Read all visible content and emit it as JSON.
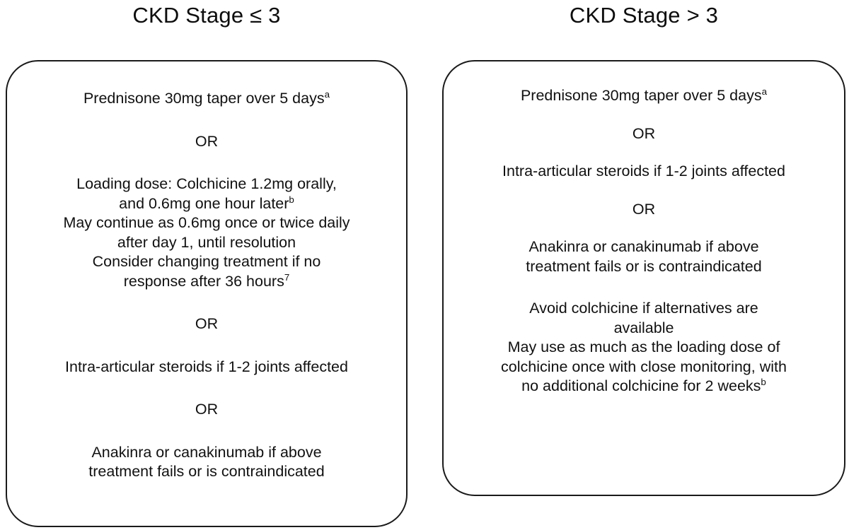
{
  "figure": {
    "type": "two-column-treatment-algorithm",
    "line_color": "#1a1a1a",
    "text_color": "#111111",
    "background": "#ffffff"
  },
  "columns": [
    {
      "id": "ckd-stage-le-3",
      "title": "CKD Stage ≤ 3",
      "separator_label": "OR",
      "options": [
        {
          "id": "prednisone",
          "lines": [
            {
              "text": "Prednisone 30mg taper over 5 days",
              "superscript": "a"
            }
          ]
        },
        {
          "id": "colchicine",
          "lines": [
            {
              "text": "Loading dose:  Colchicine 1.2mg orally,",
              "superscript": ""
            },
            {
              "text": "and 0.6mg one hour later",
              "superscript": "b"
            },
            {
              "text": "May continue as 0.6mg once or twice daily",
              "superscript": ""
            },
            {
              "text": "after day 1, until resolution",
              "superscript": ""
            },
            {
              "text": "Consider changing treatment if no",
              "superscript": ""
            },
            {
              "text": "response after 36 hours",
              "superscript": "7"
            }
          ]
        },
        {
          "id": "intra-articular-steroids",
          "lines": [
            {
              "text": "Intra-articular steroids if 1-2 joints affected",
              "superscript": ""
            }
          ]
        },
        {
          "id": "anakinra-canakinumab",
          "lines": [
            {
              "text": "Anakinra or canakinumab if above",
              "superscript": ""
            },
            {
              "text": "treatment fails or is contraindicated",
              "superscript": ""
            }
          ]
        }
      ]
    },
    {
      "id": "ckd-stage-gt-3",
      "title": "CKD Stage > 3",
      "separator_label": "OR",
      "options": [
        {
          "id": "prednisone",
          "lines": [
            {
              "text": "Prednisone 30mg taper over 5 days",
              "superscript": "a"
            }
          ]
        },
        {
          "id": "intra-articular-steroids",
          "lines": [
            {
              "text": "Intra-articular steroids if 1-2 joints affected",
              "superscript": ""
            }
          ]
        },
        {
          "id": "anakinra-canakinumab",
          "lines": [
            {
              "text": "Anakinra or canakinumab if above",
              "superscript": ""
            },
            {
              "text": "treatment fails or is contraindicated",
              "superscript": ""
            }
          ]
        },
        {
          "id": "colchicine-caution",
          "lines": [
            {
              "text": "Avoid colchicine if alternatives are",
              "superscript": ""
            },
            {
              "text": "available",
              "superscript": ""
            },
            {
              "text": "May use as much as the loading dose of",
              "superscript": ""
            },
            {
              "text": "colchicine once with close monitoring, with",
              "superscript": ""
            },
            {
              "text": "no additional colchicine for 2 weeks",
              "superscript": "b"
            }
          ]
        }
      ]
    }
  ],
  "left": {
    "title": "CKD Stage ≤ 3",
    "or1": "OR",
    "or2": "OR",
    "or3": "OR",
    "l1": "Prednisone 30mg taper over 5 days",
    "l1sup": "a",
    "l2a": "Loading dose:  Colchicine 1.2mg orally,",
    "l2b": "and 0.6mg one hour later",
    "l2bsup": "b",
    "l2c": "May continue as 0.6mg once or twice daily",
    "l2d": "after day 1, until resolution",
    "l2e": "Consider changing treatment if no",
    "l2f": "response after 36 hours",
    "l2fsup": "7",
    "l3": "Intra-articular steroids if 1-2 joints affected",
    "l4a": "Anakinra or canakinumab if above",
    "l4b": "treatment fails or is contraindicated"
  },
  "right": {
    "title": "CKD Stage > 3",
    "or1": "OR",
    "or2": "OR",
    "r1": "Prednisone 30mg taper over 5 days",
    "r1sup": "a",
    "r2": "Intra-articular steroids if 1-2 joints affected",
    "r3a": "Anakinra or canakinumab if above",
    "r3b": "treatment fails or is contraindicated",
    "r4a": "Avoid colchicine if alternatives are",
    "r4b": "available",
    "r4c": "May use as much as the loading dose of",
    "r4d": "colchicine once with close monitoring, with",
    "r4e": "no additional colchicine for 2 weeks",
    "r4esup": "b"
  }
}
